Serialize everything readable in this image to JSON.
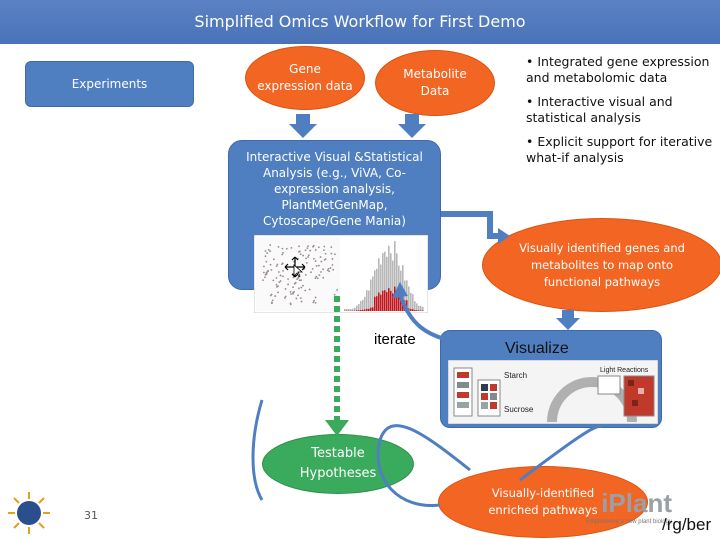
{
  "title": "Simplified Omics Workflow for First Demo",
  "experiments_label": "Experiments",
  "gene_expression_label": "Gene expression data",
  "metabolite_label": "Metabolite Data",
  "bullets": [
    "• Integrated gene expression and metabolomic data",
    "• Interactive visual and statistical analysis",
    "• Explicit support for iterative what-if analysis"
  ],
  "analysis_label": "Interactive Visual &Statistical Analysis (e.g., ViVA, Co-expression analysis, PlantMetGenMap, Cytoscape/Gene Mania)",
  "visually_identified_genes": "Visually identified genes and metabolites to map onto functional pathways",
  "iterate_label": "iterate",
  "visualize_label": "Visualize",
  "pathway_labels": [
    "Starch",
    "Sucrose",
    "Light Reactions"
  ],
  "testable_label": "Testable Hypotheses",
  "enriched_label": "Visually-identified enriched pathways",
  "page_number": "31",
  "logo_text": "/rg/ber",
  "iplant_text": "iPlant",
  "iplant_tagline": "Empowering a new plant biology",
  "colors": {
    "blue": "#4f7fc1",
    "orange": "#f26522",
    "green": "#3aaa5c",
    "title_bar": "#4a72b8"
  }
}
